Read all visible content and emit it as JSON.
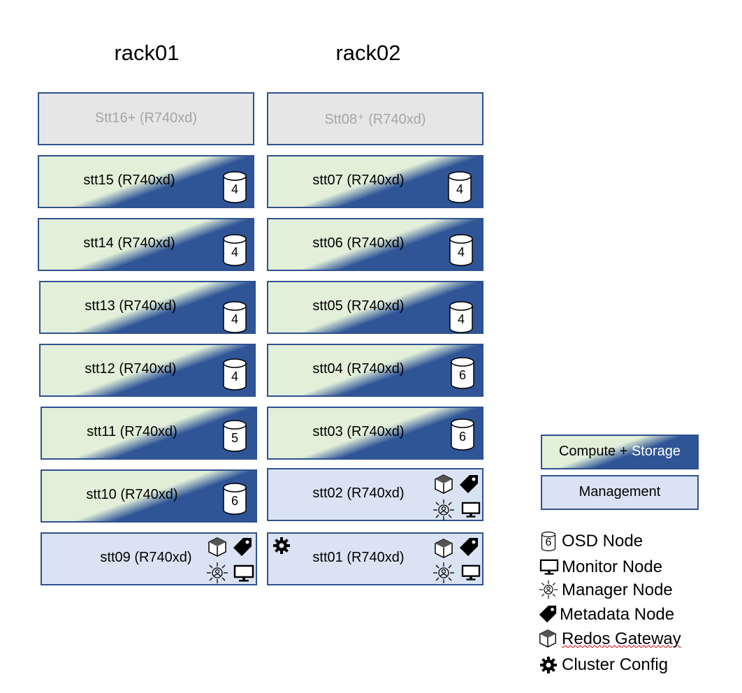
{
  "racks": [
    {
      "title": "rack01",
      "nodes": [
        {
          "label": "Stt16+ (R740xd)",
          "type": "empty"
        },
        {
          "label": "stt15 (R740xd)",
          "type": "cs",
          "osd": "4"
        },
        {
          "label": "stt14 (R740xd)",
          "type": "cs",
          "osd": "4"
        },
        {
          "label": "stt13 (R740xd)",
          "type": "cs",
          "osd": "4"
        },
        {
          "label": "stt12 (R740xd)",
          "type": "cs",
          "osd": "4"
        },
        {
          "label": "stt11 (R740xd)",
          "type": "cs",
          "osd": "5"
        },
        {
          "label": "stt10 (R740xd)",
          "type": "cs",
          "osd": "6"
        },
        {
          "label": "stt09 (R740xd)",
          "type": "mgmt",
          "roles": [
            "gateway-icon",
            "metadata-icon",
            "manager-icon",
            "monitor-icon"
          ]
        }
      ]
    },
    {
      "title": "rack02",
      "nodes": [
        {
          "label": "Stt08⁺ (R740xd)",
          "type": "empty"
        },
        {
          "label": "stt07 (R740xd)",
          "type": "cs",
          "osd": "4"
        },
        {
          "label": "stt06 (R740xd)",
          "type": "cs",
          "osd": "4"
        },
        {
          "label": "stt05 (R740xd)",
          "type": "cs",
          "osd": "4"
        },
        {
          "label": "stt04 (R740xd)",
          "type": "cs",
          "osd": "6"
        },
        {
          "label": "stt03 (R740xd)",
          "type": "cs",
          "osd": "6"
        },
        {
          "label": "stt02 (R740xd)",
          "type": "mgmt",
          "roles": [
            "gateway-icon",
            "metadata-icon",
            "manager-icon",
            "monitor-icon"
          ]
        },
        {
          "label": "stt01 (R740xd)",
          "type": "mgmt",
          "roles": [
            "gear-icon",
            "gateway-icon",
            "metadata-icon",
            "manager-icon",
            "monitor-icon"
          ]
        }
      ]
    }
  ],
  "legend": {
    "compute_storage_a": "Compute + ",
    "compute_storage_b": "Storage",
    "management": "Management",
    "osd_sample": "6",
    "items": [
      {
        "icon": "osd-icon",
        "label": "OSD Node"
      },
      {
        "icon": "monitor-icon",
        "label": "Monitor Node"
      },
      {
        "icon": "manager-icon",
        "label": "Manager Node"
      },
      {
        "icon": "metadata-icon",
        "label": "Metadata Node"
      },
      {
        "icon": "gateway-icon",
        "label": "Redos Gateway"
      },
      {
        "icon": "gear-icon",
        "label": "Cluster Config"
      }
    ]
  },
  "colors": {
    "border": "#2f528f",
    "storage_blue": "#2f5597",
    "compute_green": "#e2efd9",
    "management": "#dae3f3",
    "empty": "#e6e6e6"
  }
}
